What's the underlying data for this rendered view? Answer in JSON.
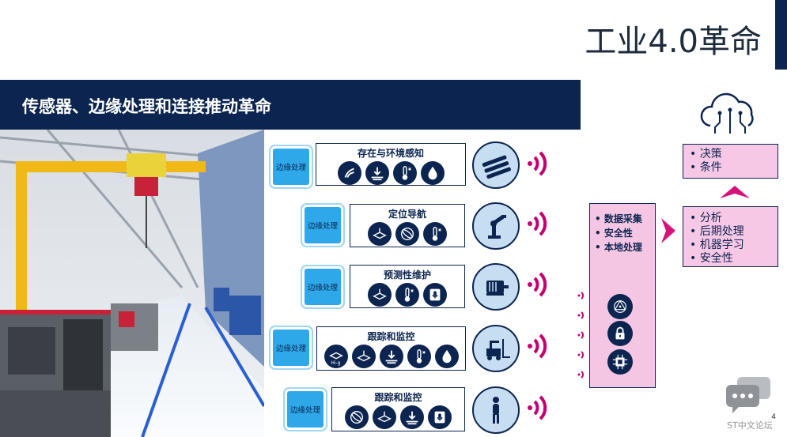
{
  "header": {
    "title": "工业4.0革命"
  },
  "banner": {
    "text": "传感器、边缘处理和连接推动革命"
  },
  "rows": [
    {
      "chip_label": "边缘处理",
      "title": "存在与环境感知",
      "icons": [
        "presence-icon",
        "pressure-icon",
        "thermometer-icon",
        "humidity-drop-icon"
      ],
      "device": "conveyor-rollers-icon"
    },
    {
      "chip_label": "边缘处理",
      "title": "定位导航",
      "icons": [
        "accelerometer-icon",
        "gyroscope-icon",
        "thermometer-icon"
      ],
      "device": "robot-arm-icon"
    },
    {
      "chip_label": "边缘处理",
      "title": "预测性维护",
      "icons": [
        "accelerometer-icon",
        "thermometer-icon",
        "microphone-icon"
      ],
      "device": "motor-icon"
    },
    {
      "chip_label": "边缘处理",
      "title": "跟踪和监控",
      "icons": [
        "accelerometer-high-g-icon",
        "accelerometer-icon",
        "pressure-icon",
        "thermometer-icon",
        "humidity-drop-icon"
      ],
      "hig_label": "Hi-g",
      "device": "forklift-icon"
    },
    {
      "chip_label": "边缘处理",
      "title": "跟踪和监控",
      "icons": [
        "gyroscope-icon",
        "accelerometer-icon",
        "pressure-icon",
        "microphone-icon"
      ],
      "device": "person-icon"
    }
  ],
  "gateway": {
    "items": [
      "• 数据采集",
      "• 安全性",
      "• 本地处理"
    ],
    "icons": [
      "network-icon",
      "lock-icon",
      "processor-icon"
    ]
  },
  "analysis": {
    "items": [
      "• 分析",
      "• 后期处理",
      "• 机器学习",
      "• 安全性"
    ]
  },
  "decision": {
    "items": [
      "• 决策",
      "• 条件"
    ]
  },
  "cloud": {
    "icon": "cloud-icon"
  },
  "footer": {
    "page": "4",
    "forum": "ST中文论坛"
  },
  "colors": {
    "navy": "#0c2550",
    "chip_blue": "#2ea8e8",
    "pink": "#f7c7e6",
    "magenta": "#c4006e",
    "light_blue": "#c6ddf2"
  }
}
